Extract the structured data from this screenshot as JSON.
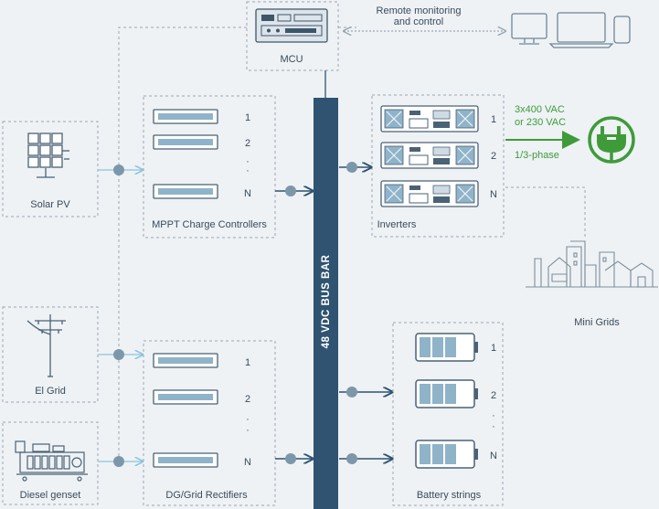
{
  "mcu": {
    "label": "MCU"
  },
  "remote": {
    "line1": "Remote monitoring",
    "line2": "and control"
  },
  "bus": {
    "label": "48 VDC BUS BAR"
  },
  "sources": {
    "solar": "Solar PV",
    "grid": "El Grid",
    "diesel": "Diesel genset"
  },
  "mppt": {
    "label": "MPPT Charge Controllers",
    "n1": "1",
    "n2": "2",
    "nN": "N"
  },
  "rectifiers": {
    "label": "DG/Grid Rectifiers",
    "n1": "1",
    "n2": "2",
    "nN": "N"
  },
  "inverters": {
    "label": "Inverters",
    "n1": "1",
    "n2": "2",
    "nN": "N"
  },
  "batteries": {
    "label": "Battery strings",
    "n1": "1",
    "n2": "2",
    "nN": "N"
  },
  "ac_output": {
    "line1": "3x400 VAC",
    "line2": "or 230 VAC",
    "phase": "1/3-phase"
  },
  "minigrids": {
    "label": "Mini Grids"
  },
  "colors": {
    "bus": "#2f5370",
    "green": "#3f9b3a",
    "node": "#7d97aa",
    "dash": "#9aa7b2"
  },
  "icons": [
    "monitor-icon",
    "laptop-icon",
    "tablet-icon",
    "plug-icon",
    "solar-panel-icon",
    "power-pylon-icon",
    "diesel-generator-icon",
    "city-skyline-icon",
    "battery-icon"
  ]
}
